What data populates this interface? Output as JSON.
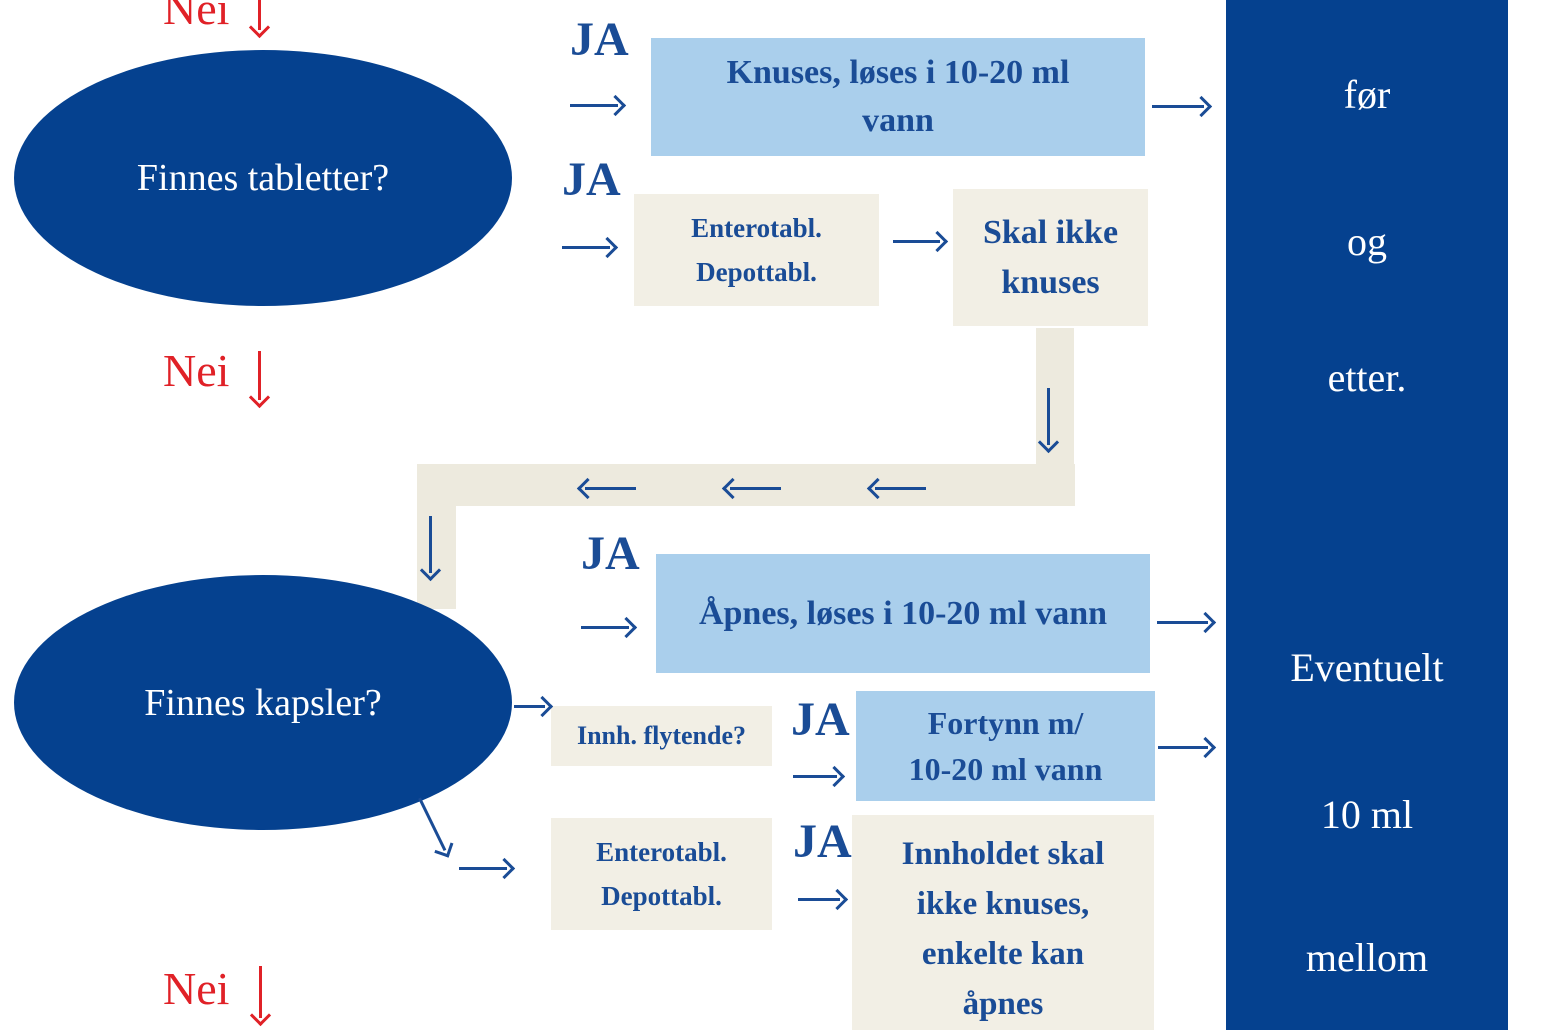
{
  "labels": {
    "ja": "JA",
    "nei": "Nei"
  },
  "ellipses": {
    "tablets": "Finnes tabletter?",
    "capsules": "Finnes kapsler?"
  },
  "boxes": {
    "knuses": {
      "lines": [
        "Knuses, løses i 10-20 ml",
        "vann"
      ]
    },
    "entero1": {
      "lines": [
        "Enterotabl.",
        "Depottabl."
      ]
    },
    "skal_ikke": {
      "lines": [
        "Skal ikke",
        "knuses"
      ]
    },
    "apnes": {
      "lines": [
        "Åpnes, løses i 10-20 ml vann"
      ]
    },
    "innh": {
      "lines": [
        "Innh. flytende?"
      ]
    },
    "fortynn": {
      "lines": [
        "Fortynn m/",
        "10-20 ml vann"
      ]
    },
    "entero2": {
      "lines": [
        "Enterotabl.",
        "Depottabl."
      ]
    },
    "innholdet": {
      "lines": [
        "Innholdet skal",
        "ikke knuses,",
        "enkelte kan",
        "åpnes"
      ]
    }
  },
  "column": {
    "items": [
      "før",
      "og",
      "etter.",
      "Eventuelt",
      "10 ml",
      "mellom"
    ]
  },
  "colors": {
    "shape_blue": "#05418f",
    "text_blue": "#1a4c96",
    "light_blue": "#aacfec",
    "beige": "#f2efe5",
    "connector_beige": "#edeade",
    "red": "#e02127",
    "white": "#ffffff"
  }
}
